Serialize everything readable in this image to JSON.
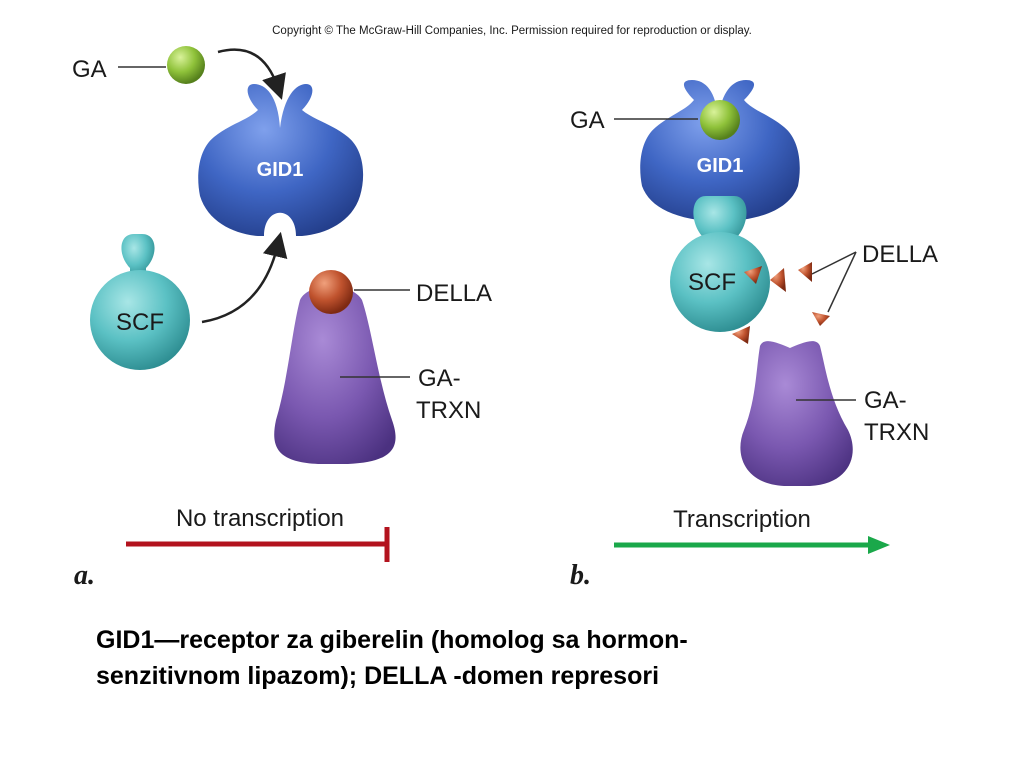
{
  "copyright": "Copyright © The McGraw-Hill Companies, Inc. Permission required for reproduction or display.",
  "panel_a": {
    "ga_label": "GA",
    "gid1_label": "GID1",
    "scf_label": "SCF",
    "della_label": "DELLA",
    "gatrxn_line1": "GA-",
    "gatrxn_line2": "TRXN",
    "status_label": "No transcription",
    "panel_letter": "a."
  },
  "panel_b": {
    "ga_label": "GA",
    "gid1_label": "GID1",
    "scf_label": "SCF",
    "della_label": "DELLA",
    "gatrxn_line1": "GA-",
    "gatrxn_line2": "TRXN",
    "status_label": "Transcription",
    "panel_letter": "b."
  },
  "caption": {
    "line1": "GID1—receptor za giberelin (homolog sa hormon-",
    "line2": "senzitivnom lipazom); DELLA -domen represori"
  },
  "colors": {
    "gid1_blue": "#3f66c4",
    "scf_teal": "#5bc1c4",
    "ga_green": "#8fc23a",
    "della_red": "#c0532e",
    "trxn_purple": "#7a58b0",
    "block_red": "#b3131e",
    "arrow_green": "#1aa84a"
  }
}
